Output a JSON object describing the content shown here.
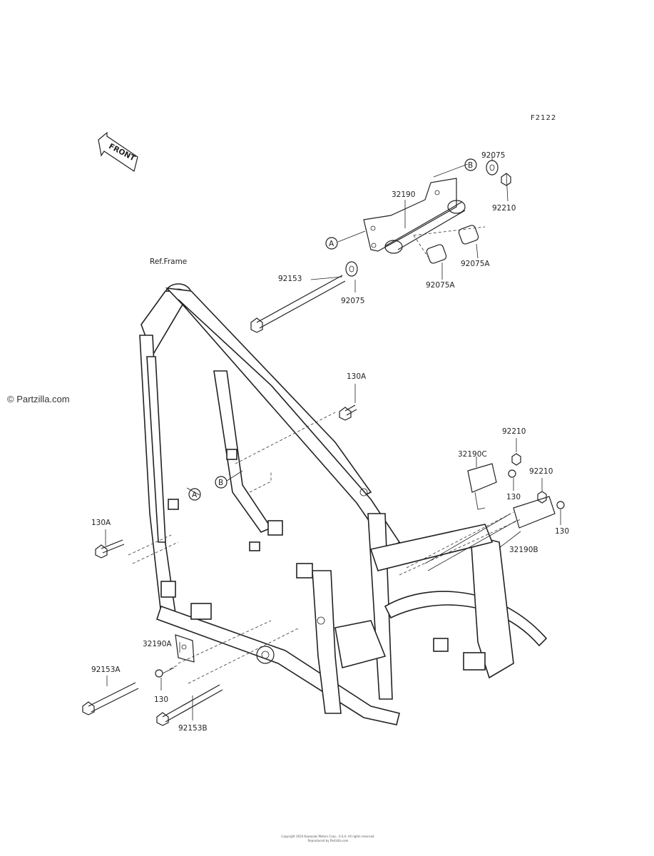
{
  "figure_code": "F2122",
  "watermark": "© Partzilla.com",
  "front_arrow": "FRONT",
  "ref_label": "Ref.Frame",
  "callouts": {
    "p92075_top": "92075",
    "p92210_top": "92210",
    "p32190": "32190",
    "p92075A_right": "92075A",
    "p92075A_low": "92075A",
    "p92153": "92153",
    "p92075_mid": "92075",
    "p130A_top": "130A",
    "p92210_r1": "92210",
    "p32190C": "32190C",
    "p130_r1": "130",
    "p92210_r2": "92210",
    "p130_r2": "130",
    "p32190B": "32190B",
    "p130A_left": "130A",
    "p32190A": "32190A",
    "p92153A": "92153A",
    "p130_low": "130",
    "p92153B": "92153B"
  },
  "markers": {
    "a_top": "A",
    "b_top": "B",
    "a_left": "A",
    "b_left": "B"
  },
  "footer": {
    "line1": "Copyright 2024 Kawasaki Motors Corp., U.S.A. All rights reserved.",
    "line2": "Reproduced by Partzilla.com"
  }
}
